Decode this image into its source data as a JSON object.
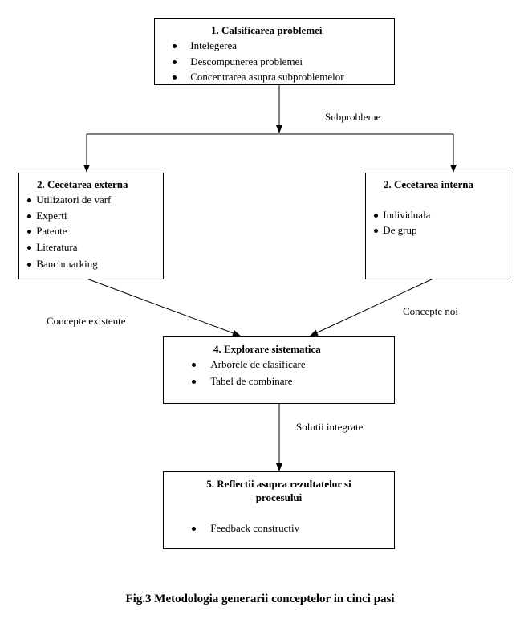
{
  "diagram": {
    "box1": {
      "title": "1.   Calsificarea problemei",
      "items": [
        "Intelegerea",
        "Descompunerea problemei",
        "Concentrarea  asupra  subproblemelor"
      ]
    },
    "box2": {
      "title": "2. Cecetarea externa",
      "items": [
        "Utilizatori de varf",
        "Experti",
        "Patente",
        "Literatura",
        "Banchmarking"
      ]
    },
    "box3": {
      "title": "2. Cecetarea interna",
      "items": [
        "Individuala",
        "De grup"
      ]
    },
    "box4": {
      "title": "4. Explorare sistematica",
      "items": [
        "Arborele de clasificare",
        "Tabel de combinare"
      ]
    },
    "box5": {
      "title": "5. Reflectii asupra rezultatelor si procesului",
      "items": [
        "Feedback constructiv"
      ]
    },
    "labels": {
      "subprobleme": "Subprobleme",
      "concepte_existente": "Concepte existente",
      "concepte_noi": "Concepte noi",
      "solutii_integrate": "Solutii integrate"
    }
  },
  "caption": "Fig.3 Metodologia generarii conceptelor in cinci pasi"
}
